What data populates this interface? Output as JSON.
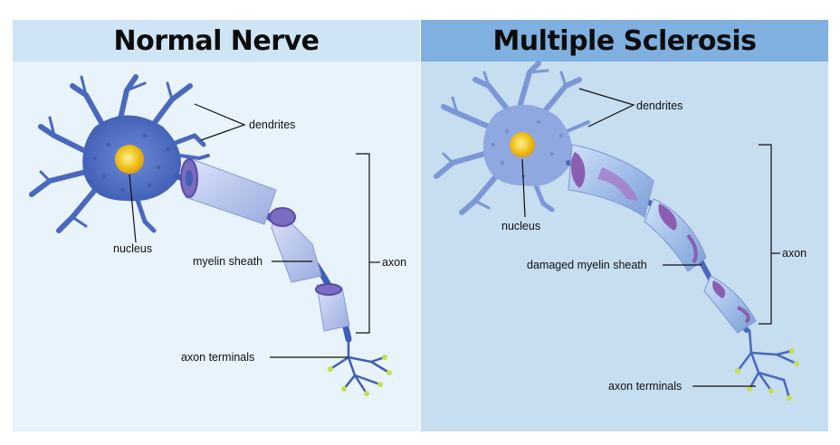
{
  "left_panel": {
    "title": "Normal Nerve",
    "labels": {
      "dendrites": "dendrites",
      "nucleus": "nucleus",
      "myelin_sheath": "myelin sheath",
      "axon": "axon",
      "axon_terminals": "axon terminals"
    }
  },
  "right_panel": {
    "title": "Multiple Sclerosis",
    "labels": {
      "dendrites": "dendrites",
      "nucleus": "nucleus",
      "damaged_myelin_sheath": "damaged myelin sheath",
      "axon": "axon",
      "axon_terminals": "axon terminals"
    }
  },
  "colors": {
    "neuron_body": "#5a78c8",
    "neuron_dark": "#3f5fb5",
    "nucleus": "#f2c51e",
    "myelin": "#b9c6ec",
    "damaged_myelin": "#9bb8e6",
    "damage_spot": "#8a5fb0",
    "terminal_tip": "#c8e04a"
  }
}
